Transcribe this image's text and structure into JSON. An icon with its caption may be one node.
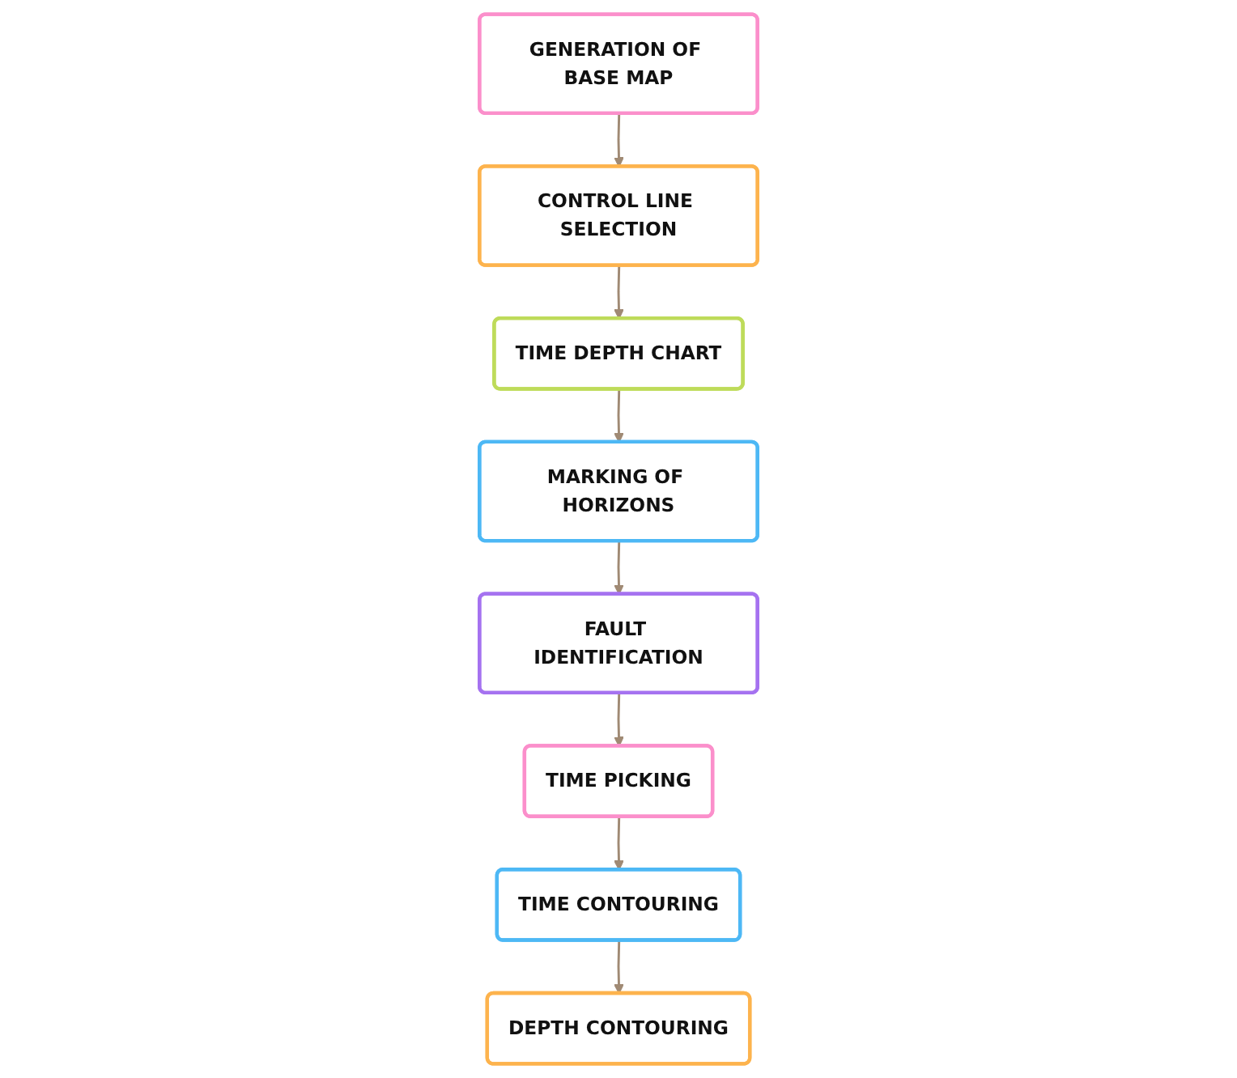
{
  "diagram": {
    "nodes": [
      {
        "text": [
          "GENERATION OF BASE MAP"
        ]
      },
      {
        "text": [
          "CONTROL LINE SELECTION"
        ]
      },
      {
        "text": [
          "MARKING OF HORIZONS"
        ]
      },
      {
        "text": [
          "TIME DEPTH CHART"
        ]
      },
      {
        "text": [
          "FAULT IDENTIFICATION"
        ]
      },
      {
        "text": [
          "TIME PICKING"
        ]
      },
      {
        "text": [
          "DEPTH CONTOURING"
        ]
      },
      {
        "text": [
          "TIME CONTOURING"
        ]
      }
    ],
    "edges": [
      {
        "from": 0,
        "to": 1,
        "arrow": "to"
      },
      {
        "from": 1,
        "to": 3,
        "arrow": "to"
      },
      {
        "from": 3,
        "to": 2,
        "arrow": "to"
      },
      {
        "from": 2,
        "to": 4,
        "arrow": "to"
      },
      {
        "from": 4,
        "to": 5,
        "arrow": "to"
      },
      {
        "from": 5,
        "to": 7,
        "arrow": "to"
      },
      {
        "from": 7,
        "to": 6,
        "arrow": "to"
      }
    ]
  }
}
